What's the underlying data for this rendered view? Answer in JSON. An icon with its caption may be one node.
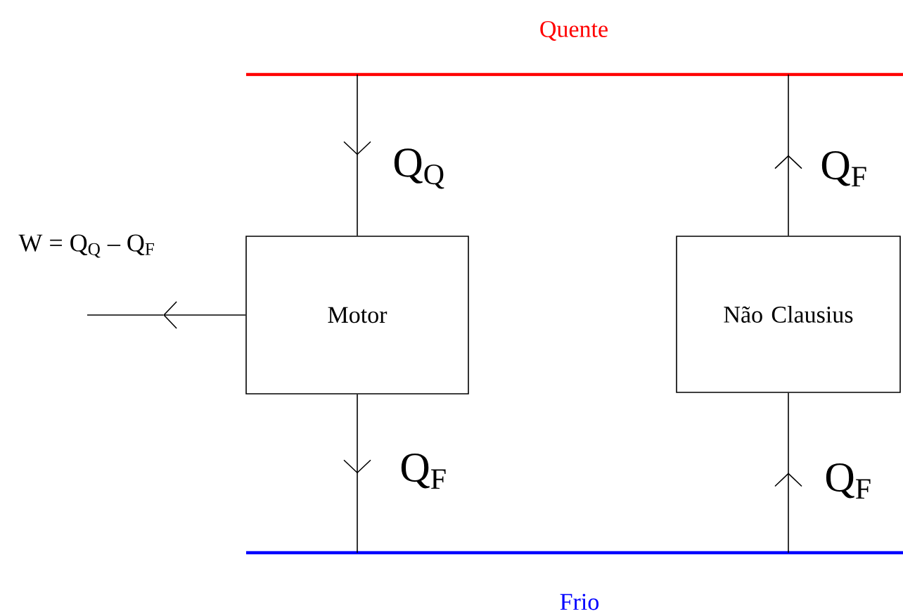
{
  "diagram": {
    "nodes": [
      {
        "text": [
          "Quente"
        ]
      },
      {
        "text": [
          "Motor"
        ]
      },
      {
        "text": [
          "Não Clausius"
        ]
      },
      {
        "text": [
          "Frio"
        ]
      }
    ],
    "edges": [
      {
        "from": 0,
        "to": 1,
        "arrow": "to",
        "label": "Q$_{Q}$"
      },
      {
        "from": 1,
        "to": 3,
        "arrow": "to",
        "label": "Q$_{F}$"
      },
      {
        "from": 3,
        "to": 2,
        "arrow": "to",
        "label": "Q$_{F}$"
      },
      {
        "from": 2,
        "to": 0,
        "arrow": "to",
        "label": "Q$_{F}$"
      },
      {
        "from": 1,
        "to": null,
        "arrow": "to",
        "label": "W = Q$_{Q}$ – Q$_{F}$"
      }
    ]
  }
}
